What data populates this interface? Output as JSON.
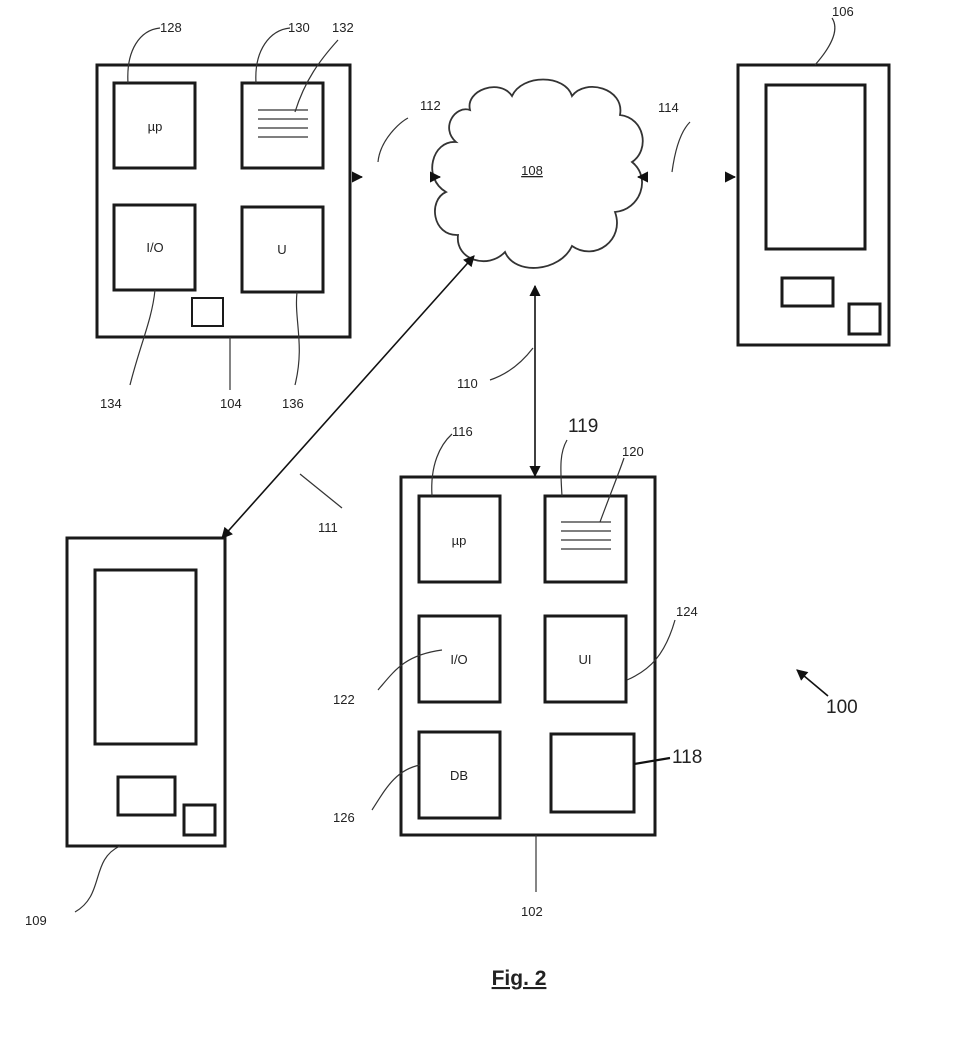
{
  "figure_caption": "Fig. 2",
  "system_ref": "100",
  "network": {
    "ref": "108"
  },
  "connections": {
    "c104": "112",
    "c106": "114",
    "c102": "110",
    "c109": "111"
  },
  "device_104": {
    "ref": "104",
    "processor": {
      "label": "µp",
      "ref": "128"
    },
    "memory": {
      "ref": "130",
      "content_ref": "132"
    },
    "io": {
      "label": "I/O",
      "ref": "134"
    },
    "ui": {
      "label": "U",
      "ref": "136"
    }
  },
  "device_106": {
    "ref": "106"
  },
  "device_109": {
    "ref": "109"
  },
  "server_102": {
    "ref": "102",
    "processor": {
      "label": "µp",
      "ref": "116"
    },
    "memory": {
      "ref": "119",
      "content_ref": "120"
    },
    "io": {
      "label": "I/O",
      "ref": "122"
    },
    "ui": {
      "label": "UI",
      "ref": "124"
    },
    "db": {
      "label": "DB",
      "ref": "126"
    },
    "module": {
      "ref": "118"
    }
  }
}
